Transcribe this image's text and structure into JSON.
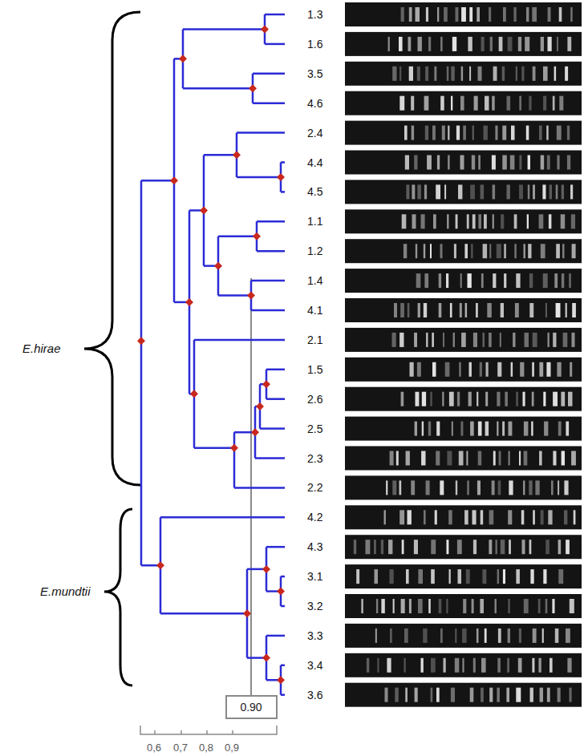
{
  "diagram": {
    "nodes": [
      {
        "text": [
          "0.90"
        ]
      }
    ],
    "labels": [
      "E.hirae",
      "E.mundtii",
      "1.3",
      "1.6",
      "3.5",
      "4.6",
      "2.4",
      "4.4",
      "4.5",
      "1.1",
      "1.2",
      "1.4",
      "4.1",
      "2.1",
      "1.5",
      "2.6",
      "2.5",
      "2.3",
      "2.2",
      "4.2",
      "4.3",
      "3.1",
      "3.2",
      "3.3",
      "3.4",
      "3.6",
      "0,6",
      "0,7",
      "0,8",
      "0,9"
    ]
  }
}
